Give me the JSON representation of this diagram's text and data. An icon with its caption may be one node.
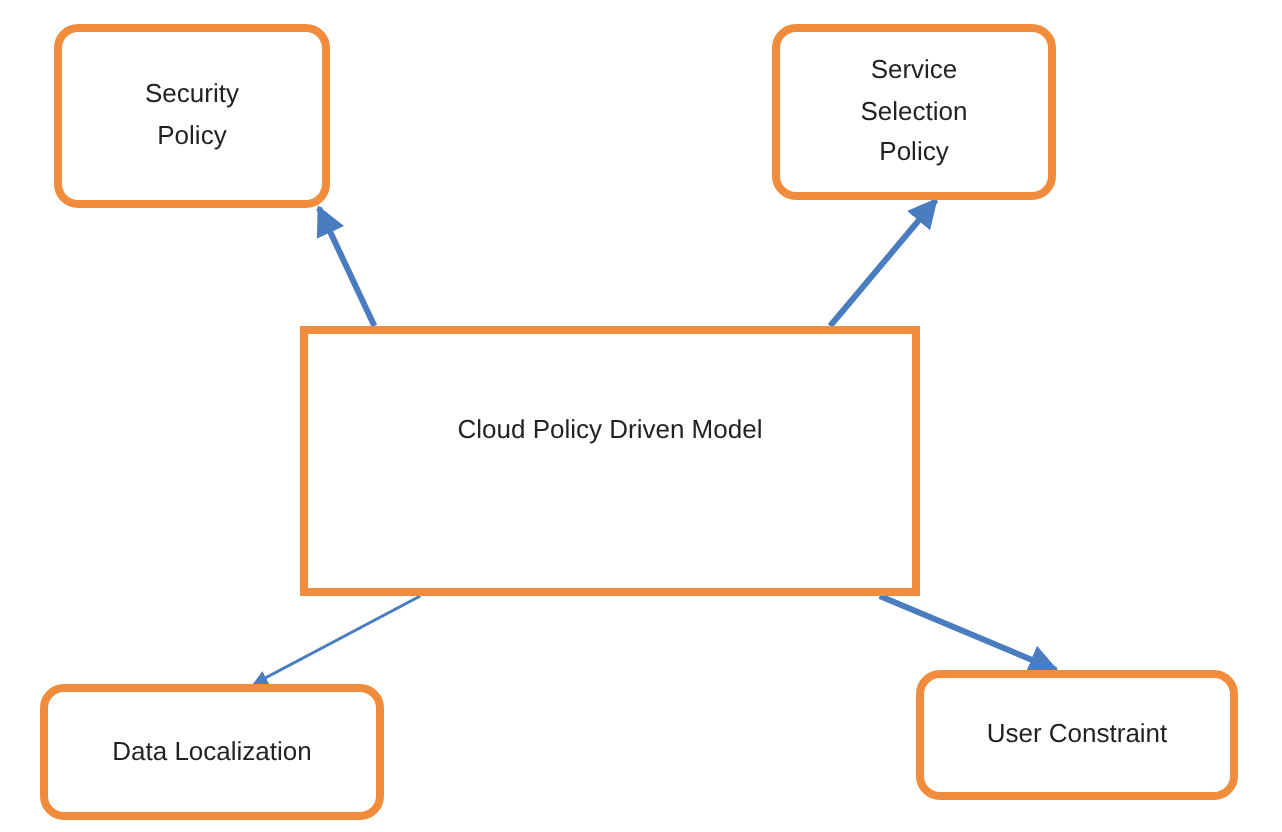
{
  "diagram": {
    "nodes": [
      {
        "text": [
          "Security Policy"
        ]
      },
      {
        "text": [
          "Service Selection Policy"
        ]
      },
      {
        "text": [
          "Cloud Policy Driven Model"
        ]
      },
      {
        "text": [
          "Data Localization"
        ]
      },
      {
        "text": [
          "User Constraint"
        ]
      }
    ],
    "edges": [
      {
        "from": 2,
        "to": 0,
        "arrow": "to"
      },
      {
        "from": 2,
        "to": 1,
        "arrow": "to"
      },
      {
        "from": 2,
        "to": 3,
        "arrow": "to"
      },
      {
        "from": 2,
        "to": 4,
        "arrow": "to"
      }
    ]
  }
}
